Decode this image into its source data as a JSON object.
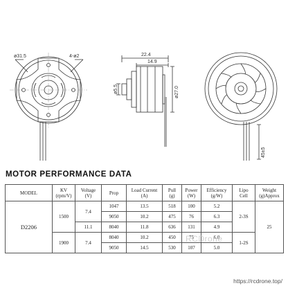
{
  "drawing": {
    "dims": {
      "bolt_circle": "ø31.5",
      "holes": "4-ø2",
      "total_length": "22.4",
      "body_length": "14.9",
      "shaft_dia": "ø5.5",
      "body_dia": "ø27.0",
      "lead_length": "45±5"
    }
  },
  "section_title": "MOTOR PERFORMANCE DATA",
  "table": {
    "headers": {
      "model": "MODEL",
      "kv": [
        "KV",
        "(rpm/V)"
      ],
      "voltage": [
        "Voltage",
        "(V)"
      ],
      "prop": "Prop",
      "load_current": [
        "Load Current",
        "(A)"
      ],
      "pull": [
        "Pull",
        "(g)"
      ],
      "power": [
        "Power",
        "(W)"
      ],
      "efficiency": [
        "Efficiency",
        "(g/W)"
      ],
      "lipo": [
        "Lipo",
        "Cell"
      ],
      "weight": [
        "Weight",
        "(g)Approx"
      ]
    },
    "model": "D2206",
    "kv_values": [
      "1500",
      "1900"
    ],
    "voltages": [
      "7.4",
      "11.1",
      "7.4"
    ],
    "cells": [
      "2-3S",
      "1-2S"
    ],
    "weight": "25",
    "rows": [
      {
        "prop": "1047",
        "current": "13.5",
        "pull": "518",
        "power": "100",
        "eff": "5.2"
      },
      {
        "prop": "9050",
        "current": "10.2",
        "pull": "475",
        "power": "76",
        "eff": "6.3"
      },
      {
        "prop": "8040",
        "current": "11.8",
        "pull": "636",
        "power": "131",
        "eff": "4.9"
      },
      {
        "prop": "8040",
        "current": "10.2",
        "pull": "450",
        "power": "75",
        "eff": "6.0"
      },
      {
        "prop": "9050",
        "current": "14.5",
        "pull": "530",
        "power": "107",
        "eff": "5.0"
      }
    ]
  },
  "watermark": "RCDrone",
  "footer_url": "https://rcdrone.top/"
}
